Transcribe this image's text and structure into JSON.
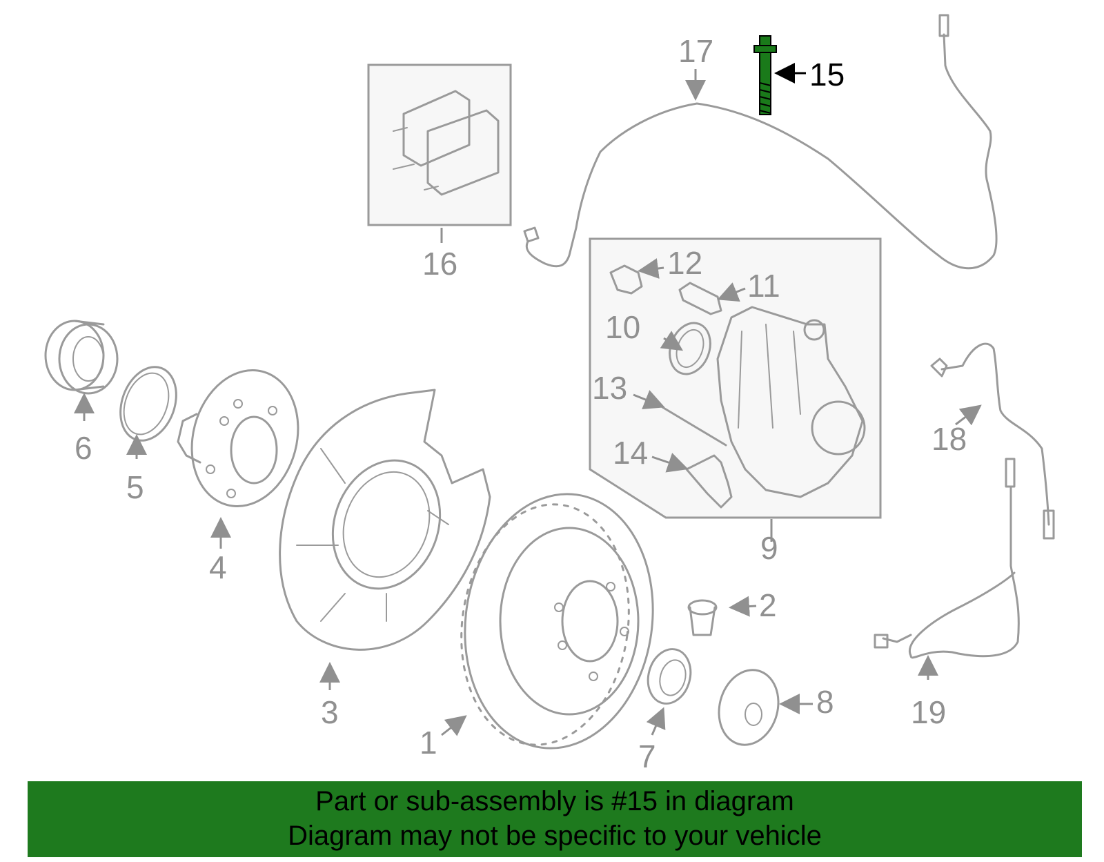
{
  "diagram": {
    "highlight_part": "15",
    "highlight_color": "#1a7a1a",
    "banner_color": "#1e7a1e",
    "part_color": "#9a9a9a",
    "labels": [
      "1",
      "2",
      "3",
      "4",
      "5",
      "6",
      "7",
      "8",
      "9",
      "10",
      "11",
      "12",
      "13",
      "14",
      "15",
      "16",
      "17",
      "18",
      "19"
    ]
  },
  "banner": {
    "line1": "Part or sub-assembly is #15 in diagram",
    "line2": "Diagram may not be specific to your vehicle"
  }
}
